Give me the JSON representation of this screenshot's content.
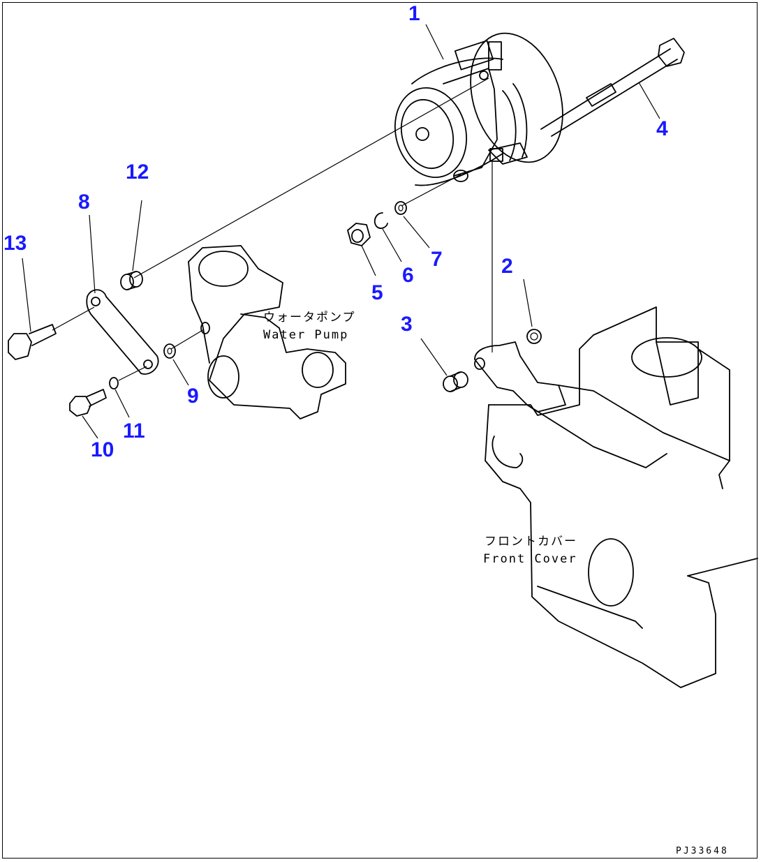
{
  "diagram": {
    "callouts": [
      {
        "id": "1",
        "text": "1"
      },
      {
        "id": "2",
        "text": "2"
      },
      {
        "id": "3",
        "text": "3"
      },
      {
        "id": "4",
        "text": "4"
      },
      {
        "id": "5",
        "text": "5"
      },
      {
        "id": "6",
        "text": "6"
      },
      {
        "id": "7",
        "text": "7"
      },
      {
        "id": "8",
        "text": "8"
      },
      {
        "id": "9",
        "text": "9"
      },
      {
        "id": "10",
        "text": "10"
      },
      {
        "id": "11",
        "text": "11"
      },
      {
        "id": "12",
        "text": "12"
      },
      {
        "id": "13",
        "text": "13"
      }
    ],
    "labels": {
      "water_pump_jp": "ウォータポンプ",
      "water_pump_en": "Water Pump",
      "front_cover_jp": "フロントカバー",
      "front_cover_en": "Front Cover"
    },
    "drawing_code": "PJ33648",
    "colors": {
      "callout": "#1a1aff",
      "line": "#000000",
      "background": "#ffffff"
    }
  }
}
